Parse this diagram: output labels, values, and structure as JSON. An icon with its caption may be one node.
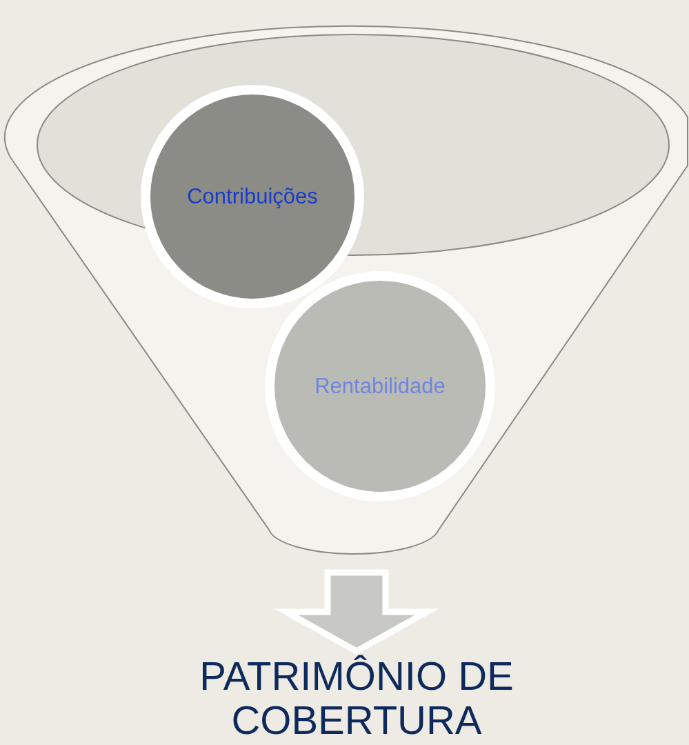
{
  "diagram": {
    "nodes": [
      {
        "text": [],
        "shape": "funnel"
      },
      {
        "text": [
          "Contribuições"
        ],
        "in": 0
      },
      {
        "text": [
          "Rentabilidade"
        ],
        "in": 0
      },
      {
        "text": [
          "PATRIMÔNIO DE COBERTURA"
        ]
      }
    ],
    "edges": [
      {
        "from": 0,
        "to": 3,
        "arrow": "to"
      }
    ]
  }
}
